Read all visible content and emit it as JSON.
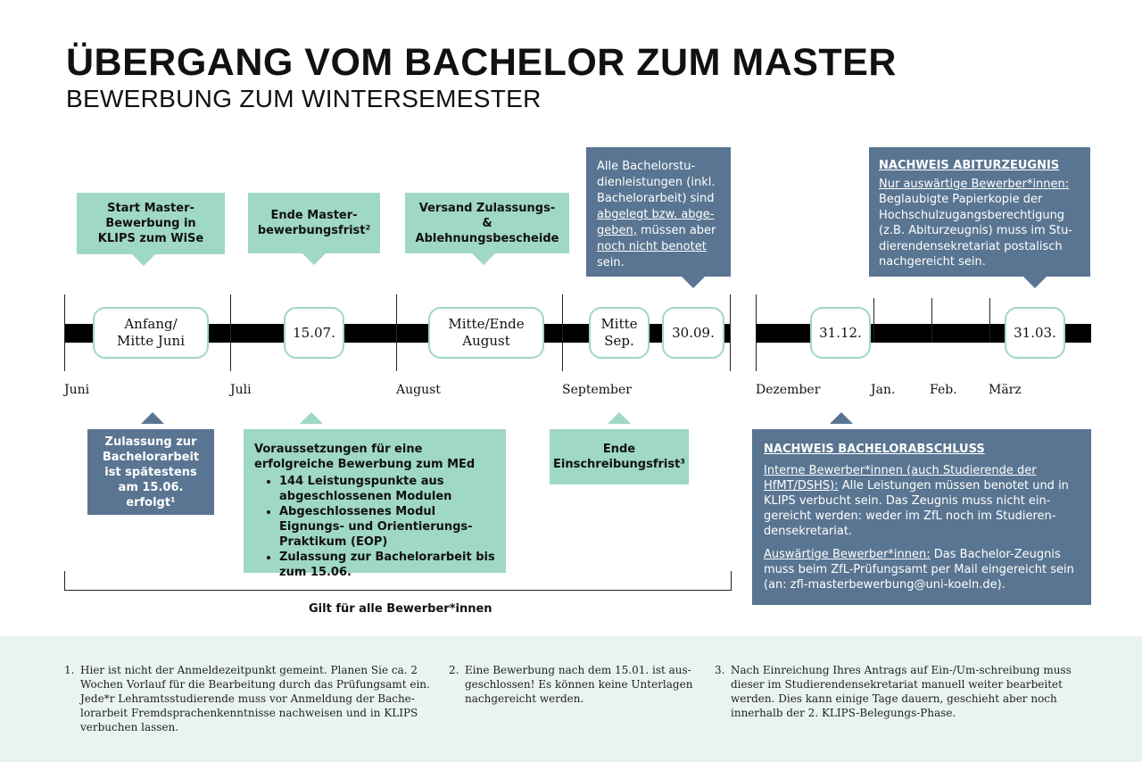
{
  "title": "ÜBERGANG VOM BACHELOR ZUM MASTER",
  "subtitle": "BEWERBUNG ZUM WINTERSEMESTER",
  "top_callouts": {
    "start": "Start Master-Bewerbung in KLIPS zum WiSe",
    "ende_frist": "Ende Master-bewerbungsfrist²",
    "versand": "Versand Zulassungs- & Ablehnungsbescheide",
    "bachelor_leistungen": {
      "text_1": "Alle Bachelorstu-dienleistungen (inkl. Bachelorarbeit) sind",
      "underline_1": "abgelegt bzw. abge-geben,",
      "text_2": "müssen aber",
      "underline_2": "noch nicht benotet",
      "text_3": "sein."
    },
    "abitur": {
      "heading": "NACHWEIS ABITURZEUGNIS",
      "sub_heading": "Nur auswärtige Bewerber*innen:",
      "text": "Beglaubigte Papierkopie der Hochschulzugangsberechtigung (z.B. Abiturzeugnis) muss im Stu-dierendensekretariat postalisch nachgereicht sein."
    }
  },
  "timeline": {
    "pills": {
      "anfang_mitte_juni": "Anfang/ Mitte Juni",
      "d1507": "15.07.",
      "mitte_ende_august": "Mitte/Ende August",
      "mitte_sep": "Mitte Sep.",
      "d3009": "30.09.",
      "d3112": "31.12.",
      "d3103": "31.03."
    },
    "months": {
      "juni": "Juni",
      "juli": "Juli",
      "august": "August",
      "september": "September",
      "dezember": "Dezember",
      "jan": "Jan.",
      "feb": "Feb.",
      "maerz": "März"
    }
  },
  "bottom_callouts": {
    "zulassung": "Zulassung zur Bachelorarbeit ist spätestens am 15.06. erfolgt¹",
    "voraussetzungen": {
      "heading": "Voraussetzungen  für eine erfolgreiche Bewerbung zum MEd",
      "items": [
        "144 Leistungspunkte aus abgeschlossenen Modulen",
        "Abgeschlossenes Modul Eignungs- und Orientierungs-Praktikum (EOP)",
        "Zulassung zur Bachelorarbeit bis zum 15.06."
      ]
    },
    "einschreibung": "Ende Einschreibungsfrist³",
    "bachelorabschluss": {
      "heading": "NACHWEIS BACHELORABSCHLUSS",
      "intern_label": "Interne Bewerber*innen (auch Studierende der HfMT/DSHS):",
      "intern_text": "Alle Leistungen müssen benotet und in KLIPS verbucht sein. Das Zeugnis muss nicht ein-gereicht werden: weder im ZfL noch im Studieren-densekretariat.",
      "extern_label": "Auswärtige Bewerber*innen:",
      "extern_text": "Das Bachelor-Zeugnis muss beim ZfL-Prüfungsamt per Mail eingereicht sein (an: zfl-masterbewerbung@uni-koeln.de)."
    }
  },
  "bracket_label": "Gilt für alle Bewerber*innen",
  "footnotes": [
    {
      "num": "1.",
      "text": "Hier ist nicht der Anmeldezeitpunkt gemeint. Planen Sie ca. 2 Wochen Vorlauf für die Bearbeitung durch das Prüfungsamt ein. Jede*r Lehramtsstudierende muss vor Anmeldung der Bache-lorarbeit Fremdsprachenkenntnisse nachweisen und in KLIPS verbuchen lassen."
    },
    {
      "num": "2.",
      "text": "Eine Bewerbung nach dem 15.01. ist aus-geschlossen! Es können keine Unterlagen nachgereicht werden."
    },
    {
      "num": "3.",
      "text": "Nach Einreichung Ihres Antrags auf Ein-/Um-schreibung muss dieser im Studierendensekretariat manuell weiter bearbeitet werden. Dies kann einige Tage dauern, geschieht aber noch innerhalb der 2. KLIPS-Belegungs-Phase."
    }
  ],
  "colors": {
    "green": "#9fd8c4",
    "blue": "#597591",
    "footer_bg": "#e9f4ef"
  }
}
